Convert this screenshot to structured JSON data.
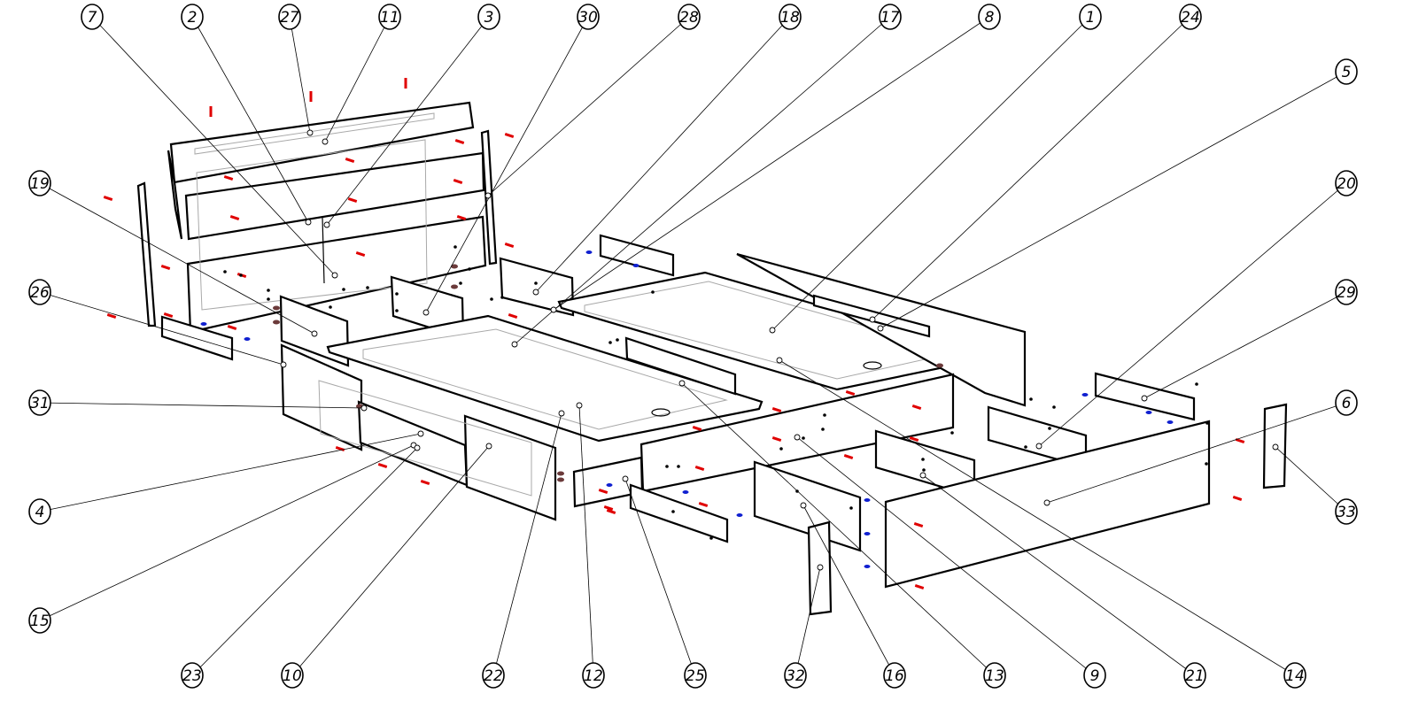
{
  "diagram": {
    "type": "exploded-assembly",
    "subject": "bed frame with storage drawers",
    "colors": {
      "outline": "#000000",
      "hidden_edges": "#a9a9a9",
      "fastener_red": "#e00000",
      "fastener_blue": "#1020d0",
      "fastener_brown": "#6b3a3a",
      "background": "#ffffff"
    },
    "callouts": [
      {
        "id": "7",
        "label": "7"
      },
      {
        "id": "2",
        "label": "2"
      },
      {
        "id": "27",
        "label": "27"
      },
      {
        "id": "11",
        "label": "11"
      },
      {
        "id": "3",
        "label": "3"
      },
      {
        "id": "30",
        "label": "30"
      },
      {
        "id": "28",
        "label": "28"
      },
      {
        "id": "18",
        "label": "18"
      },
      {
        "id": "17",
        "label": "17"
      },
      {
        "id": "8",
        "label": "8"
      },
      {
        "id": "1",
        "label": "1"
      },
      {
        "id": "24",
        "label": "24"
      },
      {
        "id": "5",
        "label": "5"
      },
      {
        "id": "19",
        "label": "19"
      },
      {
        "id": "20",
        "label": "20"
      },
      {
        "id": "26",
        "label": "26"
      },
      {
        "id": "29",
        "label": "29"
      },
      {
        "id": "31",
        "label": "31"
      },
      {
        "id": "6",
        "label": "6"
      },
      {
        "id": "4",
        "label": "4"
      },
      {
        "id": "33",
        "label": "33"
      },
      {
        "id": "15",
        "label": "15"
      },
      {
        "id": "23",
        "label": "23"
      },
      {
        "id": "10",
        "label": "10"
      },
      {
        "id": "22",
        "label": "22"
      },
      {
        "id": "12",
        "label": "12"
      },
      {
        "id": "25",
        "label": "25"
      },
      {
        "id": "32",
        "label": "32"
      },
      {
        "id": "16",
        "label": "16"
      },
      {
        "id": "13",
        "label": "13"
      },
      {
        "id": "9",
        "label": "9"
      },
      {
        "id": "21",
        "label": "21"
      },
      {
        "id": "14",
        "label": "14"
      }
    ]
  }
}
